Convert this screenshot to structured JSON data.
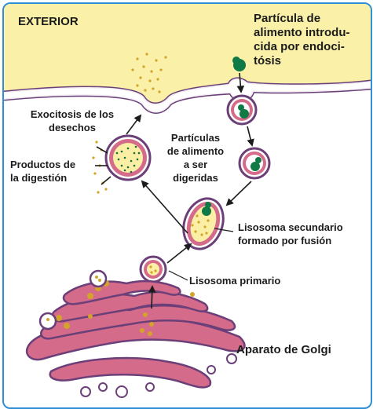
{
  "diagram": {
    "labels": {
      "exterior": "EXTERIOR",
      "endocytosis": "Partícula de\nalimento introdu-\ncida por endoci-\ntósis",
      "exocytosis": "Exocitosis de los\ndesechos",
      "digestion_products": "Productos de\nla digestión",
      "food_particles": "Partículas\nde alimento\na ser\ndigeridas",
      "secondary_lysosome": "Lisosoma secundario\nformado por fusión",
      "primary_lysosome": "Lisosoma primario",
      "golgi": "Aparato de Golgi"
    },
    "colors": {
      "exterior_bg": "#faf0a8",
      "membrane_fill": "#ffffff",
      "membrane_stroke": "#6b3f78",
      "vesicle_pink": "#d56b8a",
      "vesicle_inner_yellow": "#fbefa5",
      "food_particle": "#0f7a45",
      "granule": "#d4a32a",
      "border": "#2f8fd6"
    }
  }
}
